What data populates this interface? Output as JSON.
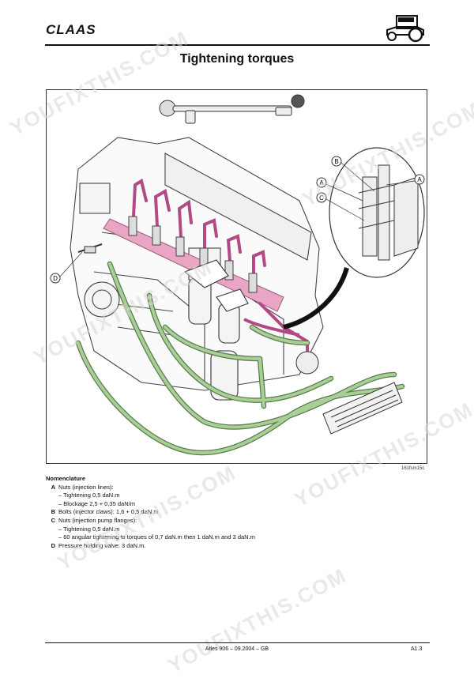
{
  "header": {
    "brand": "CLAAS",
    "title": "Tightening torques"
  },
  "figure": {
    "callouts": [
      "A",
      "B",
      "A",
      "C",
      "D"
    ],
    "ref": "161fsm15c"
  },
  "nomenclature": {
    "heading": "Nomenclature",
    "items": [
      {
        "letter": "A",
        "text": "Nuts (injection lines):",
        "sub": [
          "– Tightening 0,5 daN.m",
          "– Blockage 2,5 + 0,35 daN/m"
        ]
      },
      {
        "letter": "B",
        "text": "Bolts (injector claws): 1,6 + 0,5 daN.m",
        "sub": []
      },
      {
        "letter": "C",
        "text": "Nuts (injection pump flanges):",
        "sub": [
          "– Tightening 0,5 daN.m",
          "– 60 angular tightening to torques of 0,7 daN.m then 1 daN.m and 3 daN.m"
        ]
      },
      {
        "letter": "D",
        "text": "Pressure holding valve: 3 daN.m.",
        "sub": []
      }
    ]
  },
  "footer": {
    "doc": "Atles 906 – 09.2004 – GB",
    "page": "A1.3"
  },
  "watermark": "YOUFIXTHIS.COM",
  "colors": {
    "pipe_green": "#a8cf96",
    "pipe_magenta": "#b34a86",
    "rail_pink": "#e8a6c4"
  }
}
